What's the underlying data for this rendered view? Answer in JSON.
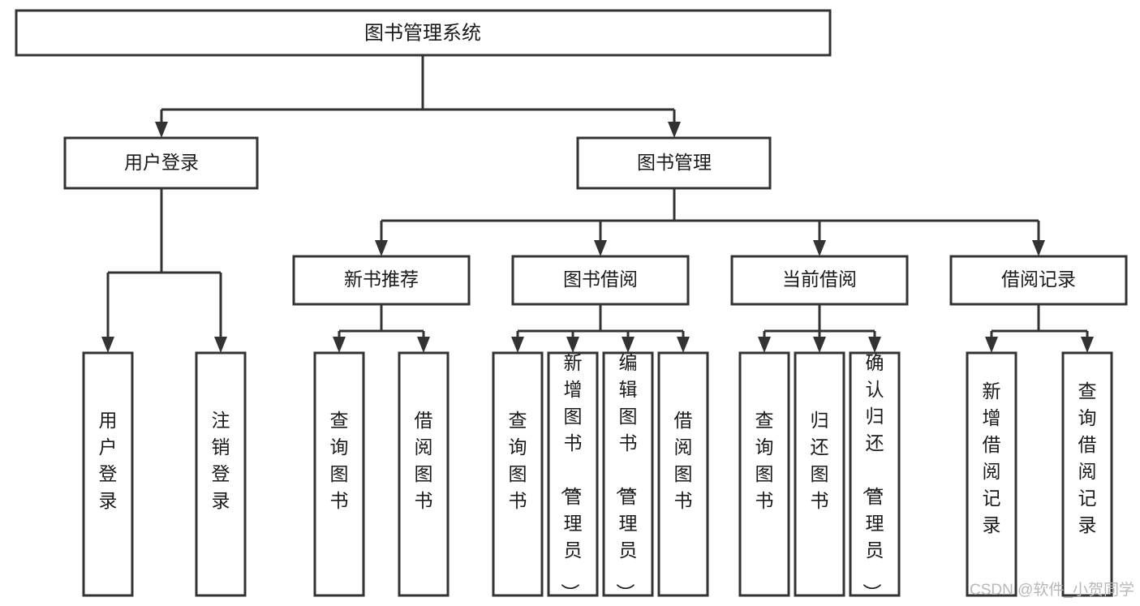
{
  "diagram": {
    "type": "tree-hierarchy-chart",
    "title": "图书管理系统",
    "orientation": "top-down",
    "colors": {
      "stroke": "#333333",
      "node_fill": "#ffffff",
      "text": "#1a1a1a",
      "background": "#ffffff",
      "watermark": "#b8b8b8"
    },
    "root": {
      "label": "图书管理系统"
    },
    "level2": [
      {
        "id": "user-login",
        "label": "用户登录"
      },
      {
        "id": "book-management",
        "label": "图书管理"
      }
    ],
    "level3": [
      {
        "id": "new-book-recommend",
        "label": "新书推荐",
        "parent": "book-management"
      },
      {
        "id": "book-borrow",
        "label": "图书借阅",
        "parent": "book-management"
      },
      {
        "id": "current-borrow",
        "label": "当前借阅",
        "parent": "book-management"
      },
      {
        "id": "borrow-record",
        "label": "借阅记录",
        "parent": "book-management"
      }
    ],
    "leaves": {
      "user-login": [
        {
          "id": "leaf-user-login",
          "label": "用户登录"
        },
        {
          "id": "leaf-user-logout",
          "label": "注销登录"
        }
      ],
      "new-book-recommend": [
        {
          "id": "leaf-query-book-1",
          "label": "查询图书"
        },
        {
          "id": "leaf-borrow-book-1",
          "label": "借阅图书"
        }
      ],
      "book-borrow": [
        {
          "id": "leaf-query-book-2",
          "label": "查询图书"
        },
        {
          "id": "leaf-add-book",
          "label": "新增图书（管理员）"
        },
        {
          "id": "leaf-edit-book",
          "label": "编辑图书（管理员）"
        },
        {
          "id": "leaf-borrow-book-2",
          "label": "借阅图书"
        }
      ],
      "current-borrow": [
        {
          "id": "leaf-query-book-3",
          "label": "查询图书"
        },
        {
          "id": "leaf-return-book",
          "label": "归还图书"
        },
        {
          "id": "leaf-confirm-return",
          "label": "确认归还（管理员）"
        }
      ],
      "borrow-record": [
        {
          "id": "leaf-add-record",
          "label": "新增借阅记录"
        },
        {
          "id": "leaf-query-record",
          "label": "查询借阅记录"
        }
      ]
    }
  },
  "watermark": {
    "text": "CSDN @软件_小贺同学"
  }
}
